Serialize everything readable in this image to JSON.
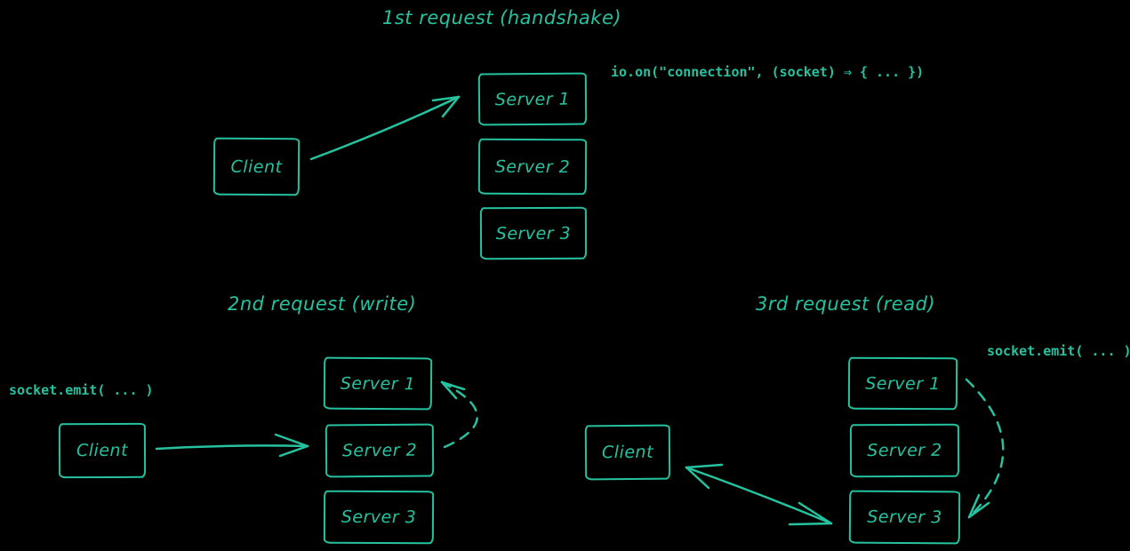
{
  "colors": {
    "stroke": "#25c2a0",
    "background": "#000000"
  },
  "sections": [
    {
      "title": "1st request (handshake)",
      "code": "io.on(\"connection\", (socket) ⇒ {  ...  })",
      "client_label": "Client",
      "servers": [
        "Server 1",
        "Server 2",
        "Server 3"
      ]
    },
    {
      "title": "2nd request (write)",
      "code": "socket.emit( ... )",
      "client_label": "Client",
      "servers": [
        "Server 1",
        "Server 2",
        "Server 3"
      ]
    },
    {
      "title": "3rd request (read)",
      "code": "socket.emit( ... )",
      "client_label": "Client",
      "servers": [
        "Server 1",
        "Server 2",
        "Server 3"
      ]
    }
  ]
}
